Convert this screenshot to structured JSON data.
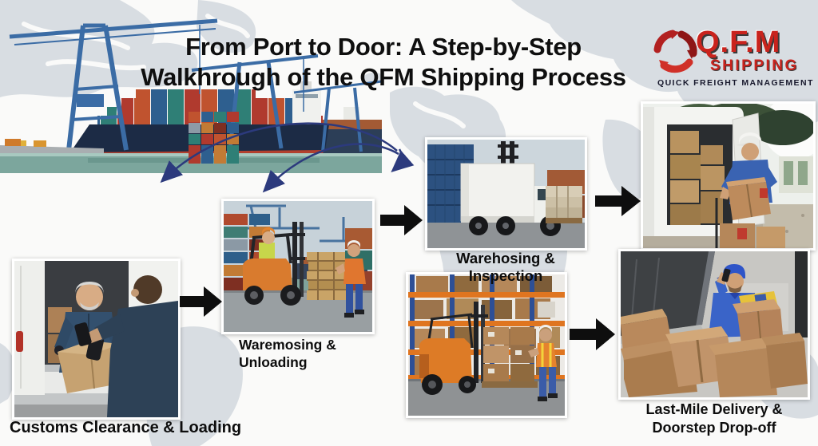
{
  "title": {
    "line1": "From Port to Door: A Step-by-Step",
    "line2": "Walkhrough of the QFM Shipping Process"
  },
  "logo": {
    "brand": "Q.F.M",
    "subtitle": "SHIPPING",
    "tagline": "QUICK FREIGHT MANAGEMENT"
  },
  "labels": {
    "customs": "Customs Clearance & Loading",
    "unloading_line1": "Waremosing &",
    "unloading_line2": "Unloading",
    "warehousing": "Warehosing & Inspection",
    "lastmile_line1": "Last-Mile Delivery &",
    "lastmile_line2": "Doorstep Drop-off"
  },
  "photos": {
    "port": "Container ship and blue gantry cranes at port",
    "customs": "Workers scanning a box at a van during customs clearance",
    "unloading": "Forklift moving wooden pallets in container yard",
    "warehousing": "White box truck with pallets beside blue containers",
    "van_loading": "Worker loading cardboard boxes into white delivery van",
    "warehouse": "Forklift carrying boxes between orange warehouse racks",
    "last_mile": "Courier on phone holding parcel among cardboard boxes"
  },
  "colors": {
    "background": "#fafaf9",
    "map_land": "#d8dde2",
    "accent_red": "#c9231d",
    "route_arrow": "#2c3a7d",
    "flow_arrow": "#0e0e0e"
  }
}
